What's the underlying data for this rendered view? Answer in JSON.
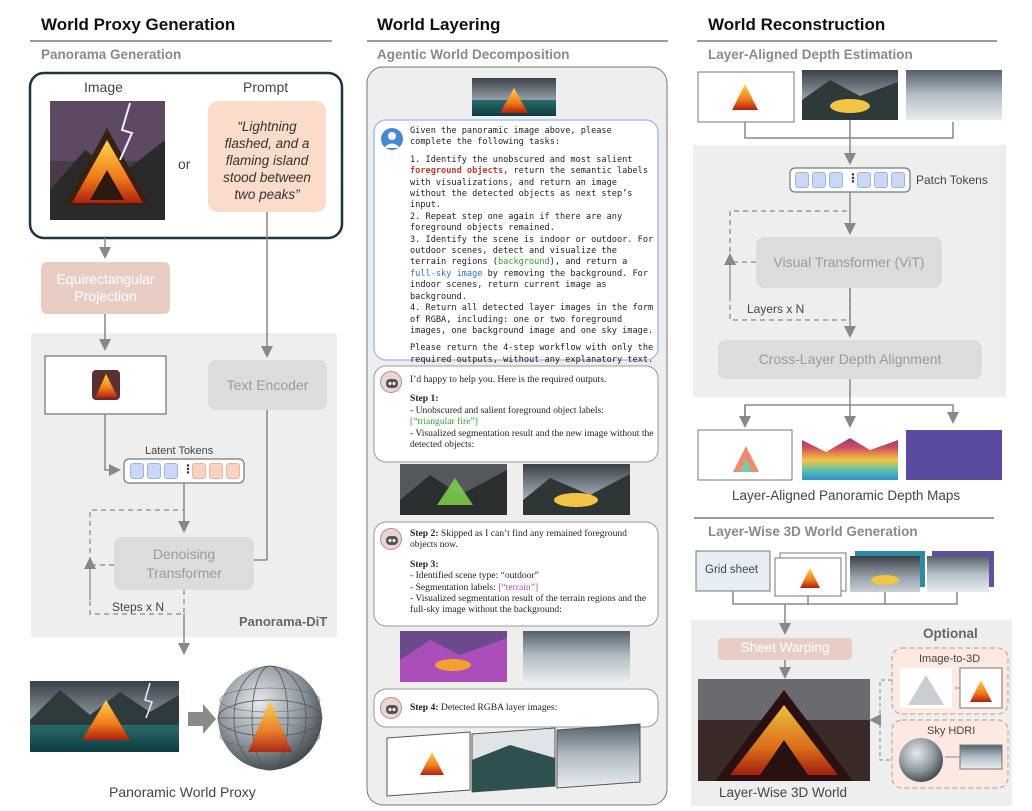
{
  "col1": {
    "title": "World Proxy Generation",
    "subtitle": "Panorama Generation",
    "image_label": "Image",
    "prompt_label": "Prompt",
    "or": "or",
    "prompt_text": "“Lightning flashed, and a flaming island stood between two peaks”",
    "equirect": "Equirectangular Projection",
    "text_encoder": "Text Encoder",
    "latent_tokens": "Latent Tokens",
    "denoising": "Denoising Transformer",
    "steps": "Steps x N",
    "dit": "Panorama-DiT",
    "proxy_label": "Panoramic World Proxy"
  },
  "col2": {
    "title": "World Layering",
    "subtitle": "Agentic World Decomposition",
    "user": {
      "p1": "Given the panoramic image above, please complete the following tasks:",
      "t1a": "1. Identify the unobscured and most salient ",
      "t1b": "foreground objects",
      "t1c": ", return the semantic labels with visualizations, and return an image without the detected objects as next step’s input.",
      "t2": "2. Repeat step one again if there are any foreground objects remained.",
      "t3a": "3. Identify the scene is indoor or outdoor. For outdoor scenes, detect and visualize the terrain regions (",
      "t3b": "background",
      "t3c": "), and return a ",
      "t3d": "full-sky image",
      "t3e": " by removing the background. For indoor scenes, return current image as background.",
      "t4": "4. Return all detected layer images in the form of RGBA, including: one or two foreground images, one background image and one sky image.",
      "p2": "Please return the 4-step workflow with only the required outputs, without any explanatory text."
    },
    "a1": {
      "intro": "I’d happy to help you. Here is the required outputs.",
      "step": "Step 1:",
      "l1": "- Unobscured and salient foreground object labels:",
      "label": "[“triangular fire”]",
      "l2": "- Visualized segmentation result and the new image without the detected objects:"
    },
    "a2": {
      "step2": "Step 2:",
      "step2_text": " Skipped as I can’t find any remained foreground objects now.",
      "step3": "Step 3:",
      "l1": "- Identified scene type: “outdoor”",
      "l2a": "- Segmentation labels: ",
      "l2b": "[“terrain”]",
      "l3": "- Visualized segmentation result of the terrain regions and the full-sky image without the background:"
    },
    "a3": {
      "step4": "Step 4:",
      "text": " Detected RGBA layer images:"
    }
  },
  "col3": {
    "title": "World Reconstruction",
    "subtitle": "Layer-Aligned Depth Estimation",
    "patch_tokens": "Patch Tokens",
    "vit": "Visual Transformer (ViT)",
    "layers": "Layers x N",
    "cross": "Cross-Layer Depth Alignment",
    "depth_maps": "Layer-Aligned Panoramic Depth Maps",
    "subtitle2": "Layer-Wise 3D World Generation",
    "grid_sheet": "Grid sheet",
    "optional": "Optional",
    "sheet_warping": "Sheet Warping",
    "image_to_3d": "Image-to-3D",
    "sky_hdri": "Sky HDRI",
    "world_label": "Layer-Wise 3D World"
  },
  "colors": {
    "accent_red": "#c0392b",
    "accent_green": "#3a9a3a",
    "accent_blue": "#2f6fd0",
    "accent_pink": "#c040b0",
    "token_blue": "#c9d8f5",
    "token_peach": "#f8d2c3",
    "prompt_bg": "#fbdccb",
    "peach_box": "#e8cdc4"
  }
}
